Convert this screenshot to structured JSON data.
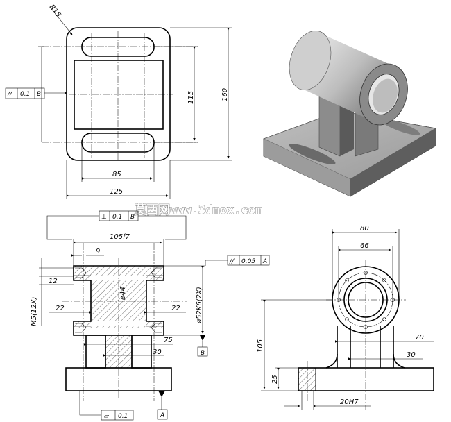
{
  "watermark": "莫西网www.3dmox.com",
  "top_view": {
    "radius_label": "R15",
    "dim_115": "115",
    "dim_160": "160",
    "dim_85": "85",
    "dim_125": "125",
    "tolerance_frame": {
      "symbol": "//",
      "value": "0.1",
      "datum": "B"
    }
  },
  "front_section": {
    "perp_frame": {
      "symbol": "⊥",
      "value": "0.1",
      "datum": "B"
    },
    "dim_105f7": "105f7",
    "dim_9": "9",
    "dim_12": "12",
    "dim_m5": "M5(12X)",
    "dim_phi44": "ø44",
    "dim_22_left": "22",
    "dim_22_right": "22",
    "dim_phi52": "ø52K6(2X)",
    "parallel_frame": {
      "symbol": "//",
      "value": "0.05",
      "datum": "A"
    },
    "dim_75": "75",
    "dim_30": "30",
    "datum_b": "B",
    "datum_a": "A",
    "flatness_frame": {
      "symbol": "▱",
      "value": "0.1"
    }
  },
  "side_view": {
    "dim_80": "80",
    "dim_66": "66",
    "dim_70": "70",
    "dim_30": "30",
    "dim_105": "105",
    "dim_25": "25",
    "dim_20h7": "20H7"
  },
  "colors": {
    "line": "#000000",
    "shade_light": "#d9d9d9",
    "shade_dark": "#6e6e6e"
  }
}
